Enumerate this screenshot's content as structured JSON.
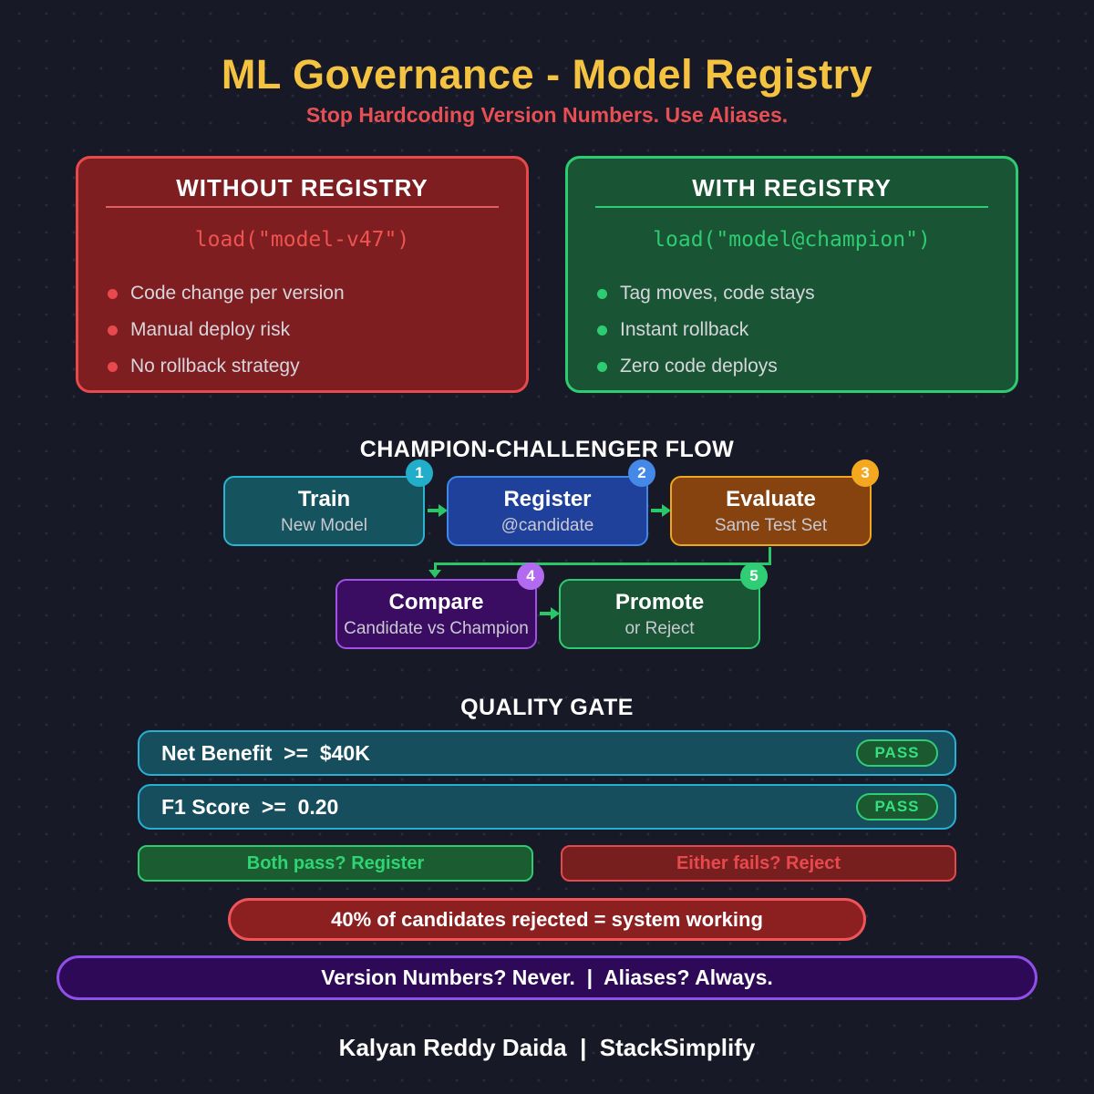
{
  "title": "ML Governance - Model Registry",
  "subtitle": "Stop Hardcoding Version Numbers. Use Aliases.",
  "colors": {
    "background": "#181926",
    "title_gold": "#f5c342",
    "subtitle_red": "#e65054",
    "danger_red": "#e8494c",
    "success_green": "#2ecc71",
    "cyan": "#27afd4",
    "blue": "#3f87e8",
    "orange": "#f2a71b",
    "purple": "#a352e8"
  },
  "cards": {
    "without": {
      "title": "WITHOUT REGISTRY",
      "code": "load(\"model-v47\")",
      "bullets": [
        "Code change per version",
        "Manual deploy risk",
        "No rollback strategy"
      ]
    },
    "with": {
      "title": "WITH REGISTRY",
      "code": "load(\"model@champion\")",
      "bullets": [
        "Tag moves, code stays",
        "Instant rollback",
        "Zero code deploys"
      ]
    }
  },
  "flow": {
    "heading": "CHAMPION-CHALLENGER FLOW",
    "steps": [
      {
        "num": "1",
        "title": "Train",
        "subtitle": "New Model"
      },
      {
        "num": "2",
        "title": "Register",
        "subtitle": "@candidate"
      },
      {
        "num": "3",
        "title": "Evaluate",
        "subtitle": "Same Test Set"
      },
      {
        "num": "4",
        "title": "Compare",
        "subtitle": "Candidate vs Champion"
      },
      {
        "num": "5",
        "title": "Promote",
        "subtitle": "or Reject"
      }
    ]
  },
  "quality_gate": {
    "heading": "QUALITY GATE",
    "checks": [
      {
        "label": "Net Benefit  >=  $40K",
        "status": "PASS"
      },
      {
        "label": "F1 Score  >=  0.20",
        "status": "PASS"
      }
    ],
    "pass_box": "Both pass? Register",
    "fail_box": "Either fails? Reject",
    "note": "40% of candidates rejected = system working"
  },
  "tagline": "Version Numbers? Never.  |  Aliases? Always.",
  "footer": "Kalyan Reddy Daida  |  StackSimplify"
}
